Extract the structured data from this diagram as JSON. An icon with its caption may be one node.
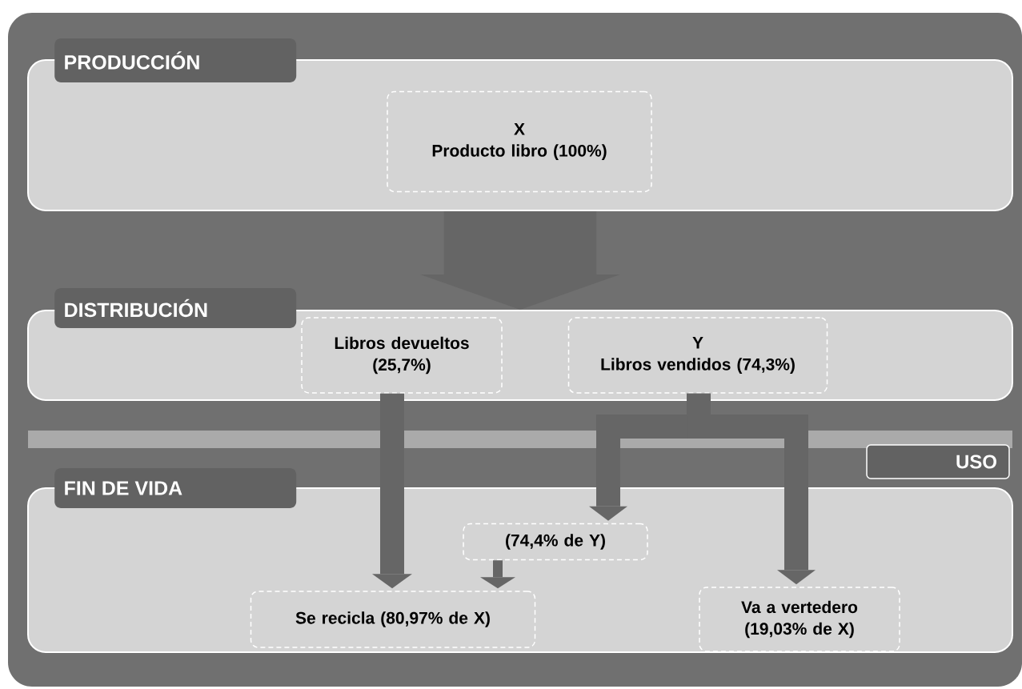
{
  "diagram": {
    "nodes": [
      {
        "text": [
          "PRODUCCIÓN"
        ]
      },
      {
        "text": [
          "X",
          "Producto libro (100%)"
        ],
        "in": 0
      },
      {
        "text": [
          "DISTRIBUCIÓN"
        ]
      },
      {
        "text": [
          "Libros devueltos (25,7%)"
        ],
        "in": 2
      },
      {
        "text": [
          "Y",
          "Libros vendidos (74,3%)"
        ],
        "in": 2
      },
      {
        "text": [
          "USO"
        ]
      },
      {
        "text": [
          "FIN DE VIDA"
        ]
      },
      {
        "text": [
          "(74,4% de Y)"
        ],
        "in": 6
      },
      {
        "text": [
          "Se recicla (80,97% de X)"
        ],
        "in": 6
      },
      {
        "text": [
          "Va a vertedero (19,03% de X)"
        ],
        "in": 6
      }
    ],
    "edges": [
      {
        "from": 0,
        "to": 2,
        "arrow": "to",
        "style": "thick"
      },
      {
        "from": 3,
        "to": 8,
        "arrow": "to"
      },
      {
        "from": 4,
        "to": 7,
        "arrow": "to"
      },
      {
        "from": 4,
        "to": 9,
        "arrow": "to"
      },
      {
        "from": 7,
        "to": 8,
        "arrow": "to"
      }
    ]
  }
}
